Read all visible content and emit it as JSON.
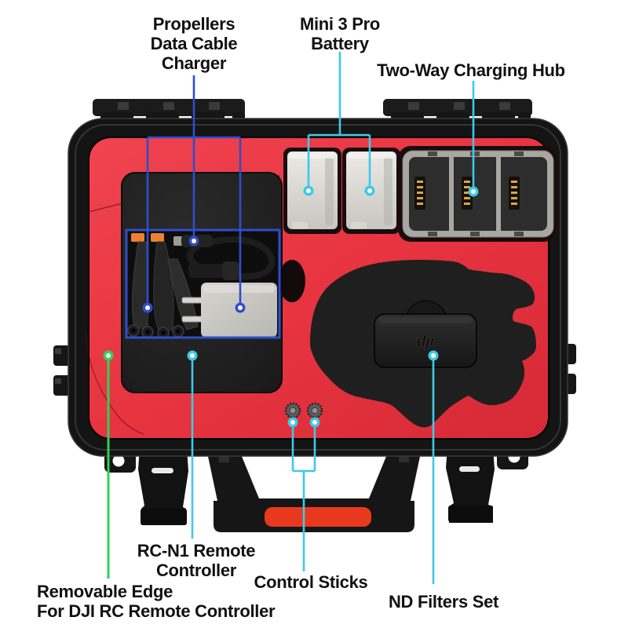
{
  "image_type": "annotated product diagram",
  "product": "Hard carrying case with red foam interior for DJI Mini 3 Pro drone accessories",
  "dji_logo": "dji",
  "colors": {
    "background": "#ffffff",
    "red_foam": "#e73440",
    "case_black": "#141414",
    "callout_cyan": "#3fc8e9",
    "callout_blue": "#2f4ec9",
    "callout_green": "#2ed158",
    "handle_grip_red": "#e8391f",
    "label_text": "#111111"
  },
  "callouts": {
    "propellers": {
      "lines": [
        "Propellers",
        "Data Cable",
        "Charger"
      ]
    },
    "battery": {
      "lines": [
        "Mini 3 Pro",
        "Battery"
      ]
    },
    "charging_hub": {
      "lines": [
        "Two-Way Charging Hub"
      ]
    },
    "rc_controller": {
      "lines": [
        "RC-N1 Remote",
        "Controller"
      ]
    },
    "control_sticks": {
      "lines": [
        "Control Sticks"
      ]
    },
    "removable_edge": {
      "lines": [
        "Removable Edge",
        "For DJI RC Remote Controller"
      ]
    },
    "nd_filters": {
      "lines": [
        "ND Filters Set"
      ]
    }
  }
}
